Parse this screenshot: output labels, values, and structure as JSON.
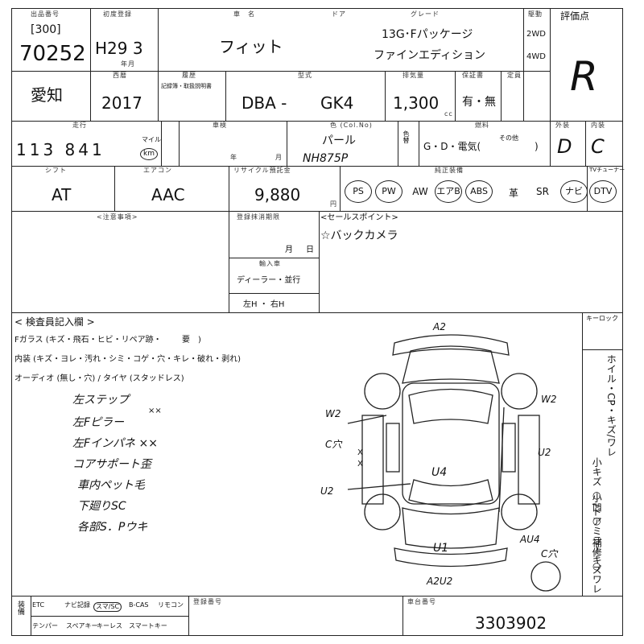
{
  "header": {
    "auction_no_label": "出品番号",
    "auction_no_prefix": "[300]",
    "auction_no": "70252",
    "first_reg_label": "初度登録",
    "first_reg": "H29 3",
    "first_reg_unit": "年月",
    "car_name_label": "車　名",
    "car_name": "フィット",
    "door_label": "ドア",
    "grade_label": "グレード",
    "grade_line1": "13G･Fパッケージ",
    "grade_line2": "ファインエディション",
    "drive_label": "駆動",
    "drive_2wd": "2WD",
    "drive_4wd": "4WD",
    "score_label": "評価点",
    "score": "R"
  },
  "row2": {
    "region": "愛知",
    "year_label": "西暦",
    "year": "2017",
    "history_label": "履歴",
    "history_sub": "記録簿・取扱説明書",
    "model_label": "型式",
    "model_prefix": "DBA -",
    "model": "GK4",
    "displacement_label": "排気量",
    "displacement": "1,300",
    "displacement_unit": "cc",
    "warranty_label": "保証書",
    "warranty": "有・無",
    "capacity_label": "定員"
  },
  "row3": {
    "mileage_label": "走行",
    "mileage": "113 841",
    "mileage_unit_mile": "マイル",
    "mileage_unit_km": "km",
    "color_label": "色 (Col.No)",
    "color": "パール",
    "color_code": "NH875P",
    "repaint_label": "色替",
    "fuel_label": "燃料",
    "fuel_options": "G・D・電気(",
    "fuel_other": "その他",
    "fuel_close": ")",
    "exterior_label": "外装",
    "exterior": "D",
    "interior_label": "内装",
    "interior": "C",
    "car_inspection_label": "車検",
    "year_unit": "年",
    "month_unit": "月"
  },
  "row4": {
    "shift_label": "シフト",
    "shift": "AT",
    "aircon_label": "エアコン",
    "aircon": "AAC",
    "recycle_label": "リサイクル預託金",
    "recycle": "9,880",
    "recycle_unit": "円",
    "equipment_label": "純正装備",
    "equipment": [
      {
        "label": "PS",
        "circled": true
      },
      {
        "label": "PW",
        "circled": true
      },
      {
        "label": "AW",
        "circled": false
      },
      {
        "label": "エアB",
        "circled": true
      },
      {
        "label": "ABS",
        "circled": true
      },
      {
        "label": "革",
        "circled": false
      },
      {
        "label": "SR",
        "circled": false
      },
      {
        "label": "ナビ",
        "circled": true
      },
      {
        "label": "DTV",
        "circled": true
      }
    ],
    "tv_label": "TVチューナー"
  },
  "notes": {
    "notes_label": "<注意事項>",
    "deadline_label": "登録抹消期限",
    "month_unit": "月",
    "day_unit": "日",
    "import_label": "輸入車",
    "import_dealer": "ディーラー・並行",
    "handle": "左H ・ 右H",
    "sales_label": "<セールスポイント>",
    "sales_point": "☆バックカメラ"
  },
  "inspector": {
    "title": "< 検査員記入欄 >",
    "glass_line": "Fガラス (キズ・飛石・ヒビ・リペア跡・",
    "glass_mark": "要",
    "glass_close": ")",
    "interior_line": "内装 (キズ・ヨレ・汚れ・シミ・コゲ・穴・キレ・破れ・剥れ)",
    "audio_line": "オーディオ (無し・穴) / タイヤ (スタッドレス)",
    "handwritten": [
      "左ステップ",
      "左Fピラー",
      "左Fインパネ ××",
      "コアサポート歪",
      "車内ペット毛",
      "下廻りSC",
      "各部S．Pウキ"
    ],
    "bracket_mark": "××",
    "keyless_label": "キーロック"
  },
  "diagram": {
    "labels": [
      "A2",
      "W2",
      "W2",
      "C穴",
      "U2",
      "U4",
      "U2",
      "AU4",
      "U1",
      "C穴",
      "A2U2",
      "X",
      "X"
    ]
  },
  "side_column": {
    "line1": "ホイル・CP・キズ/ワレ",
    "line2": "小キズ ○ /ドアミラーキズワレ",
    "line3": "小凹 ○",
    "line4": "補修 ○"
  },
  "footer": {
    "equip_label": "装備",
    "items_row1": [
      "ETC",
      "ナビ記録",
      "スマートSC",
      "B-CAS",
      "リモコン"
    ],
    "items_row2": [
      "テンパー",
      "スペアキー",
      "キーレス",
      "スマートキー"
    ],
    "circled_item": "スマ/SC",
    "reg_label": "登録番号",
    "chassis_label": "車台番号",
    "chassis_no": "3303902"
  }
}
